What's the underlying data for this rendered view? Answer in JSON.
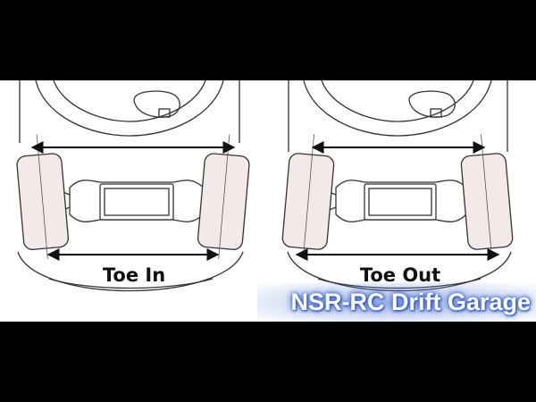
{
  "diagrams": [
    {
      "label": "Toe In"
    },
    {
      "label": "Toe Out"
    }
  ],
  "watermark": {
    "text": "NSR-RC Drift Garage"
  },
  "colors": {
    "tire_fill": "#f3e9e9",
    "line": "#333333",
    "bar": "#000000",
    "watermark_glow": "#2b55c0"
  }
}
